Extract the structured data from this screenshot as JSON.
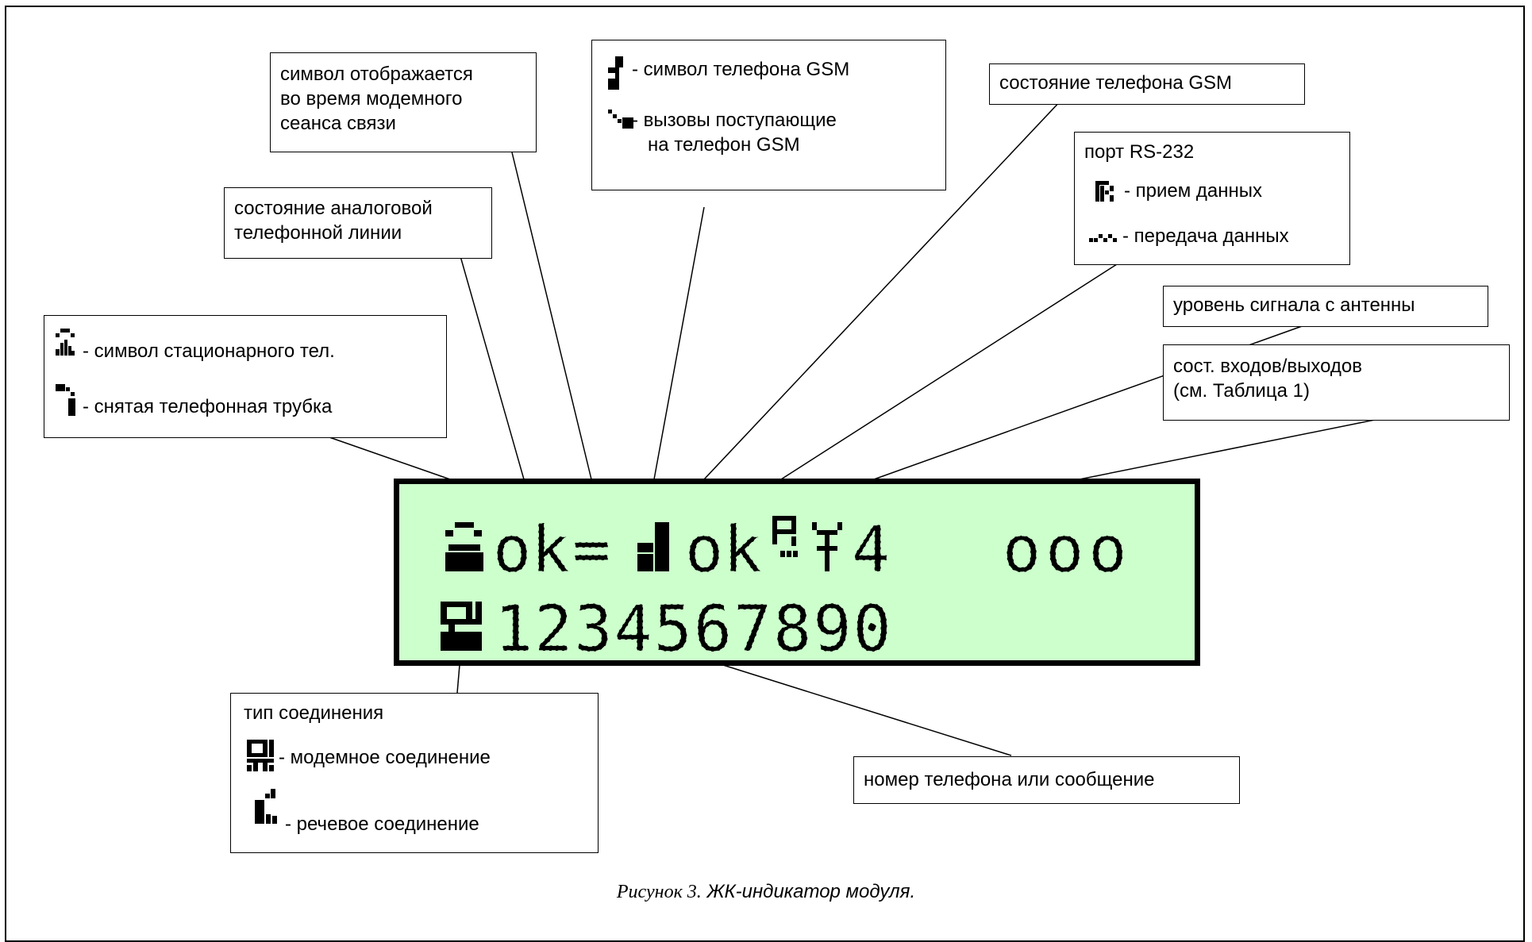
{
  "labels": {
    "modem_session": [
      "символ отображается",
      "во время модемного",
      "сеанса связи"
    ],
    "gsm_symbol": "- символ телефона GSM",
    "gsm_calls": [
      "- вызовы поступающие",
      "на телефон GSM"
    ],
    "gsm_state": "состояние телефона GSM",
    "analog_line": [
      "состояние аналоговой",
      "телефонной линии"
    ],
    "rs232_title": "порт RS-232",
    "rs232_rx": "- прием данных",
    "rs232_tx": "- передача данных",
    "antenna_level": "уровень сигнала с антенны",
    "stationary_symbol": "- символ стационарного тел.",
    "handset_off": "- снятая телефонная трубка",
    "io_state": [
      "сост. входов/выходов",
      "(см. Таблица 1)"
    ],
    "conn_type": "тип соединения",
    "modem_conn": "- модемное соединение",
    "voice_conn": "- речевое соединение",
    "phone_or_message": "номер телефона или сообщение"
  },
  "lcd": {
    "row1": [
      "ok",
      "=",
      "ok",
      "4",
      "ooo"
    ],
    "row2": "1234567890"
  },
  "caption": {
    "number": "Рисунок 3.",
    "text": " ЖК-индикатор модуля."
  },
  "colors": {
    "lcd_bg": "#ccffcc",
    "ink": "#000000"
  }
}
